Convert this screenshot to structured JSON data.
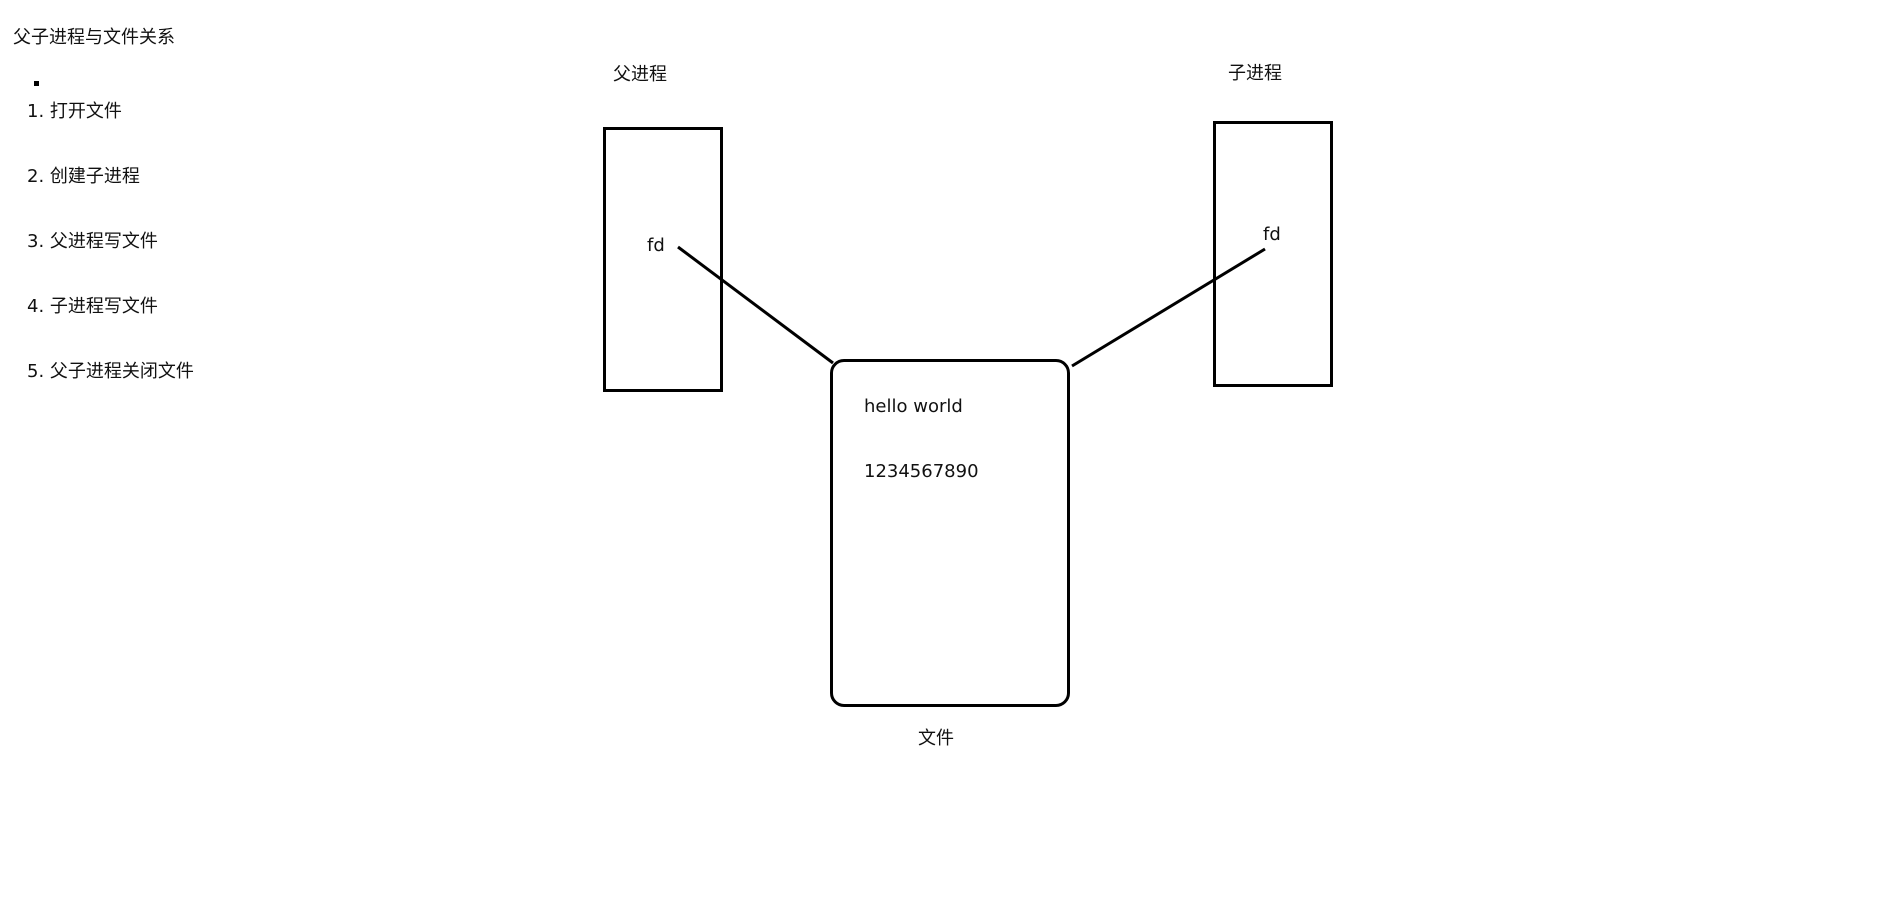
{
  "title": "父子进程与文件关系",
  "steps": [
    "1. 打开文件",
    "2. 创建子进程",
    "3. 父进程写文件",
    "4. 子进程写文件",
    "5. 父子进程关闭文件"
  ],
  "diagram": {
    "parent_label": "父进程",
    "child_label": "子进程",
    "parent_fd": "fd",
    "child_fd": "fd",
    "file_label": "文件",
    "file_lines": [
      "hello world",
      "1234567890"
    ]
  },
  "colors": {
    "stroke": "#000000",
    "text": "#111111",
    "background": "#ffffff"
  }
}
